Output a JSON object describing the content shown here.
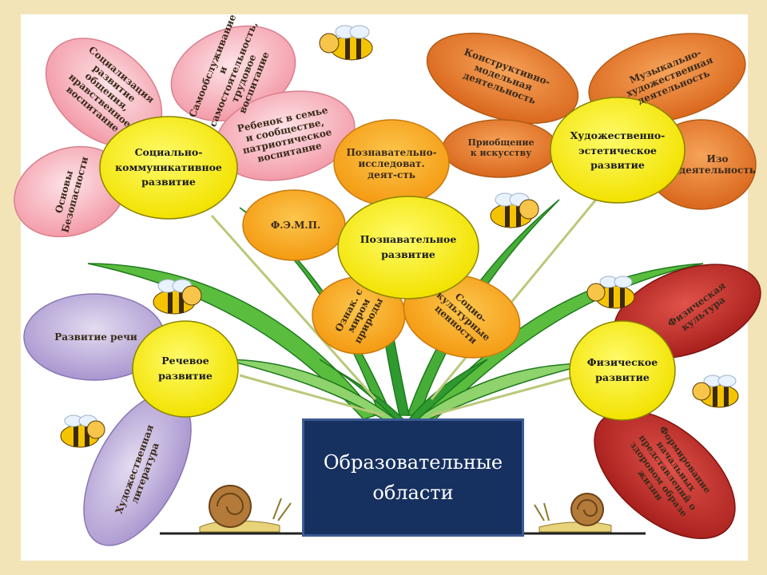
{
  "title": {
    "line1": "Образовательные",
    "line2": "области"
  },
  "colors": {
    "pink": "#f7a9b4",
    "orange": "#ef8a33",
    "lightOrange": "#f9a72e",
    "purple": "#b7a5d6",
    "red": "#c0322d",
    "yellow": "#fff000",
    "navy": "#16305f",
    "green": "#2e9e2e"
  },
  "flowers": {
    "social": {
      "center": "Социально-коммуникативное развитие",
      "petals": [
        "Социализация развитие общения, нравственное воспитание",
        "Самообслуживание и самостоятельность, трудовое воспитание",
        "Ребенок в семье и сообществе, патриотическое воспитание",
        "Основы Безопасности"
      ]
    },
    "art": {
      "center": "Художественно-эстетическое развитие",
      "petals": [
        "Конструктивно-модельная деятельность",
        "Музыкально-художественная деятельность",
        "Приобщение к искусству",
        "Изо деятельность"
      ]
    },
    "cognitive": {
      "center": "Познавательное развитие",
      "petals": [
        "Познавательно-исследоват. деят-сть",
        "Ф.Э.М.П.",
        "Ознак. с миром природы",
        "Социо-культурные ценности"
      ]
    },
    "speech": {
      "center": "Речевое развитие",
      "petals": [
        "Развитие речи",
        "Художественная литература"
      ]
    },
    "physical": {
      "center": "Физическое развитие",
      "petals": [
        "Физическая культура",
        "Формирование начальных представлений о здоровом образе жизни"
      ]
    }
  }
}
